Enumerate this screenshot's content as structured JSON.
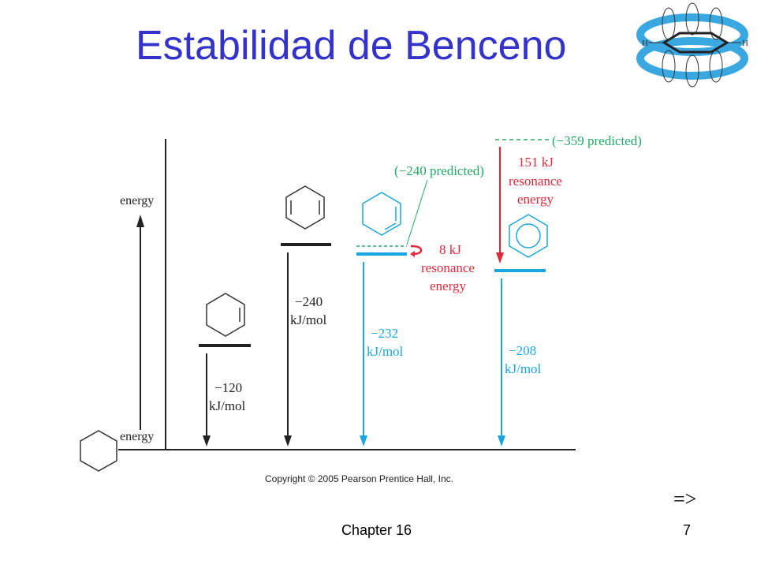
{
  "title": "Estabilidad de Benceno",
  "footer": {
    "chapter": "Chapter 16",
    "page": "7"
  },
  "nav": {
    "next_label": "=>"
  },
  "copyright": "Copyright © 2005 Pearson Prentice Hall, Inc.",
  "diagram": {
    "energy_label_top": "energy",
    "energy_label_bottom": "energy",
    "cyclohexene": {
      "value": "−120",
      "unit": "kJ/mol"
    },
    "cyclohexadiene_diene": {
      "value": "−240",
      "unit": "kJ/mol"
    },
    "cyclohexadiene_conj": {
      "value": "−232",
      "unit": "kJ/mol",
      "predicted": "(−240 predicted)",
      "resonance_line1": "8 kJ",
      "resonance_line2": "resonance",
      "resonance_line3": "energy"
    },
    "benzene": {
      "value": "−208",
      "unit": "kJ/mol",
      "predicted": "(−359 predicted)",
      "resonance_line1": "151 kJ",
      "resonance_line2": "resonance",
      "resonance_line3": "energy"
    },
    "colors": {
      "black": "#222222",
      "cyan": "#1aa6e0",
      "green": "#22aa66",
      "red": "#e0283a",
      "title_blue": "#3333cc"
    }
  }
}
